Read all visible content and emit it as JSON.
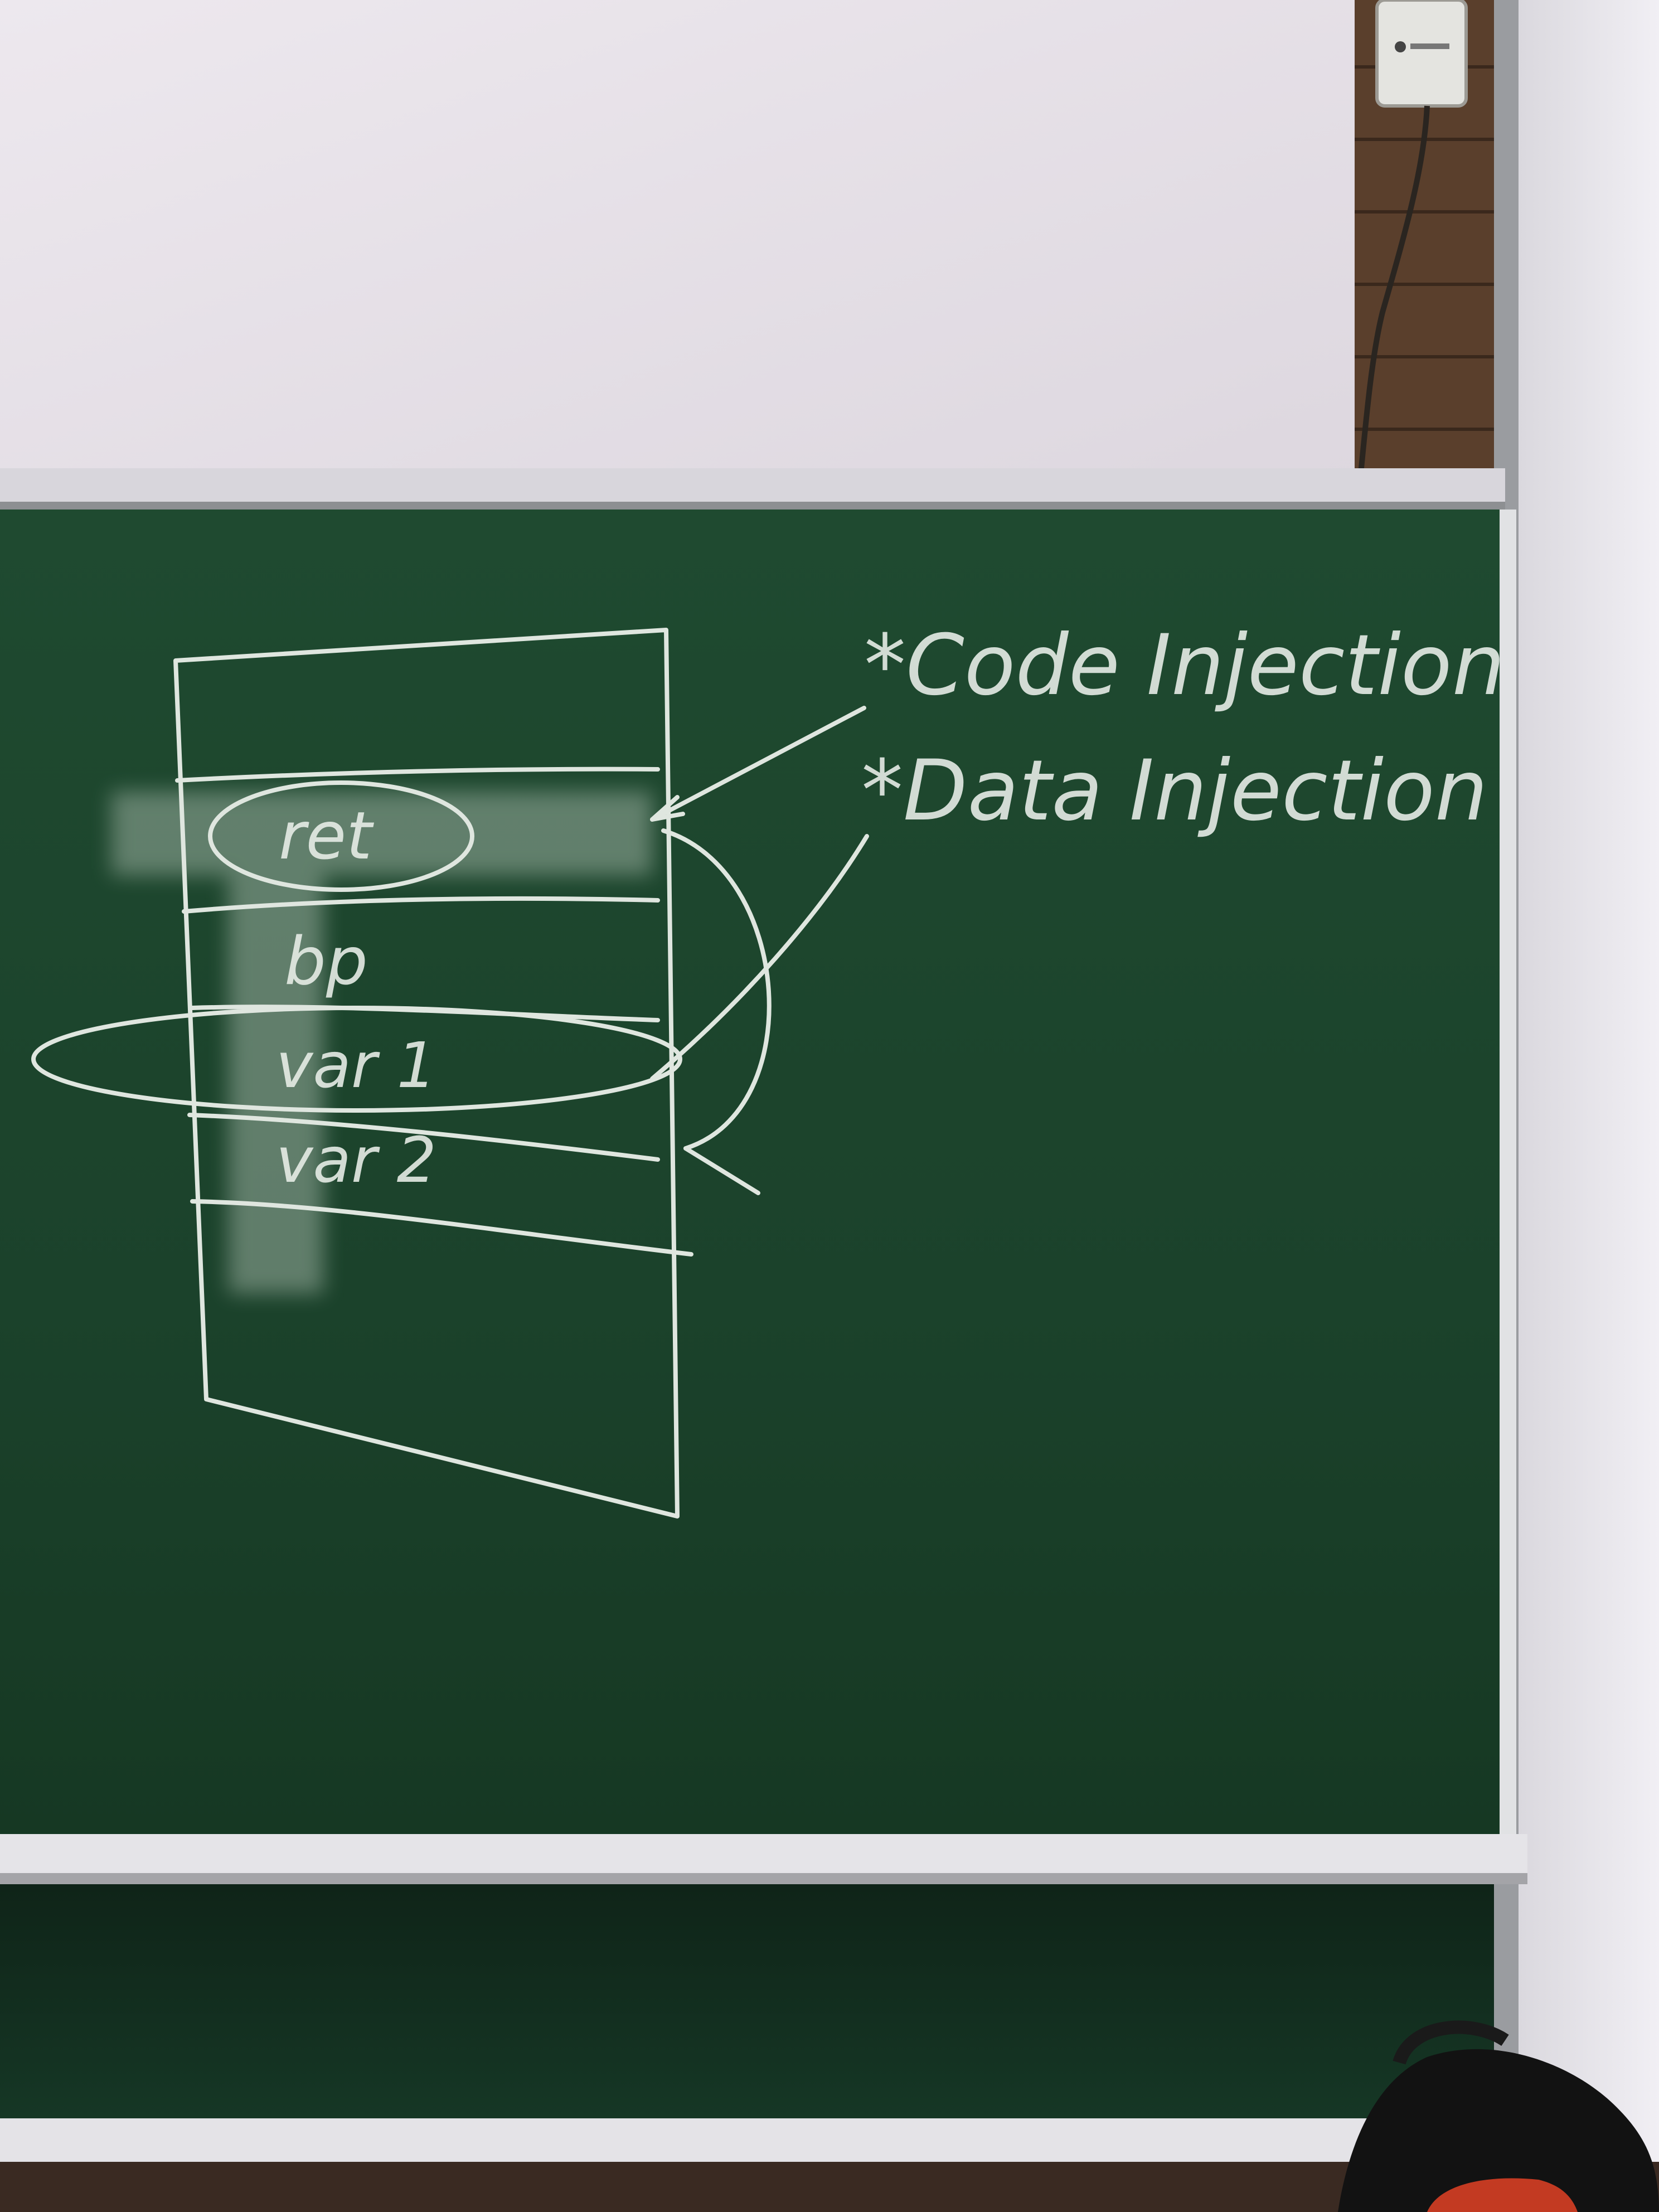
{
  "board": {
    "colors": {
      "chalkboard": "#1f4a30",
      "chalk": "#e6ece6",
      "wall": "#e9e6ec",
      "projection_screen": "#e8e3ea"
    },
    "stack_diagram": {
      "slots": [
        {
          "label": "ret",
          "highlighted": true
        },
        {
          "label": "bp",
          "highlighted": false
        },
        {
          "label": "var 1",
          "highlighted": true
        },
        {
          "label": "var 2",
          "highlighted": false
        }
      ]
    },
    "annotations": {
      "code_injection": "*Code Injection",
      "data_injection": "*Data Injection"
    }
  },
  "objects": {
    "wall_socket": "power-socket-icon",
    "backpack": "backpack-icon"
  }
}
